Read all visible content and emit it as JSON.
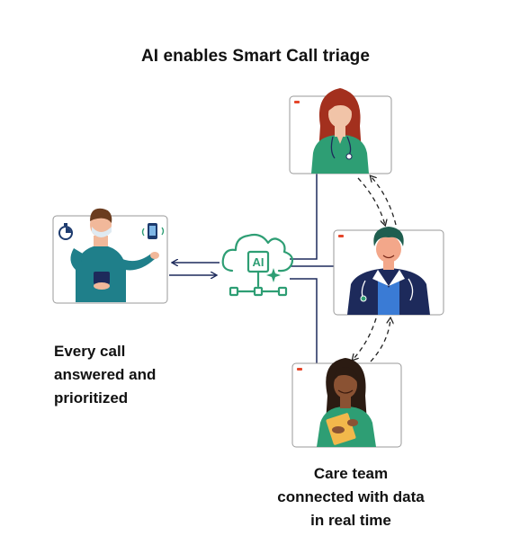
{
  "title": "AI enables Smart Call triage",
  "left_caption": {
    "line1": "Every call",
    "line2": "answered and",
    "line3": "prioritized"
  },
  "right_caption": {
    "line1": "Care team",
    "line2": "connected with data",
    "line3": "in real time"
  },
  "hub_label": "AI",
  "colors": {
    "accent_green": "#2e9e74",
    "line_navy": "#1d2a5b",
    "card_border": "#9a9a9a",
    "badge_red": "#e5462a"
  },
  "icons": [
    "stopwatch-icon",
    "phone-icon",
    "cloud-ai-icon",
    "caller-avatar",
    "nurse-avatar",
    "doctor-avatar",
    "care-worker-avatar"
  ]
}
